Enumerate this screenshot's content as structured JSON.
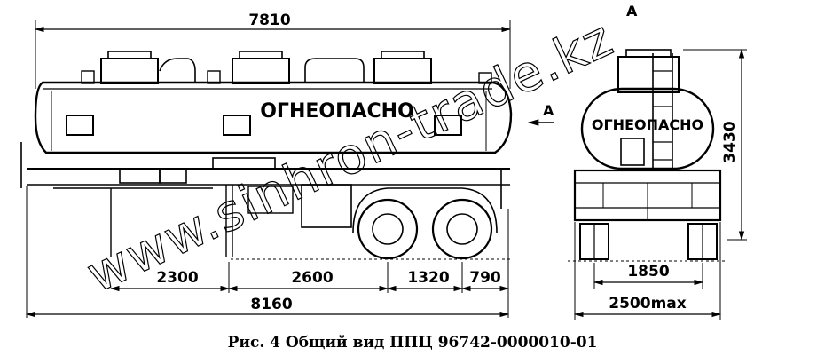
{
  "drawing": {
    "side_view": {
      "overall_length_top": "7810",
      "tank_warning": "ОГНЕОПАСНО",
      "section_mark": "А",
      "bottom_dims": [
        "2300",
        "2600",
        "1320",
        "790"
      ],
      "overall_length_bottom": "8160"
    },
    "rear_view": {
      "view_label": "А",
      "tank_warning": "ОГНЕОПАСНО",
      "height": "3430",
      "track_width": "1850",
      "max_width": "2500max"
    },
    "watermark": "www.sinhron-trade.kz"
  },
  "caption": "Рис. 4 Общий вид ППЦ 96742-0000010-01"
}
